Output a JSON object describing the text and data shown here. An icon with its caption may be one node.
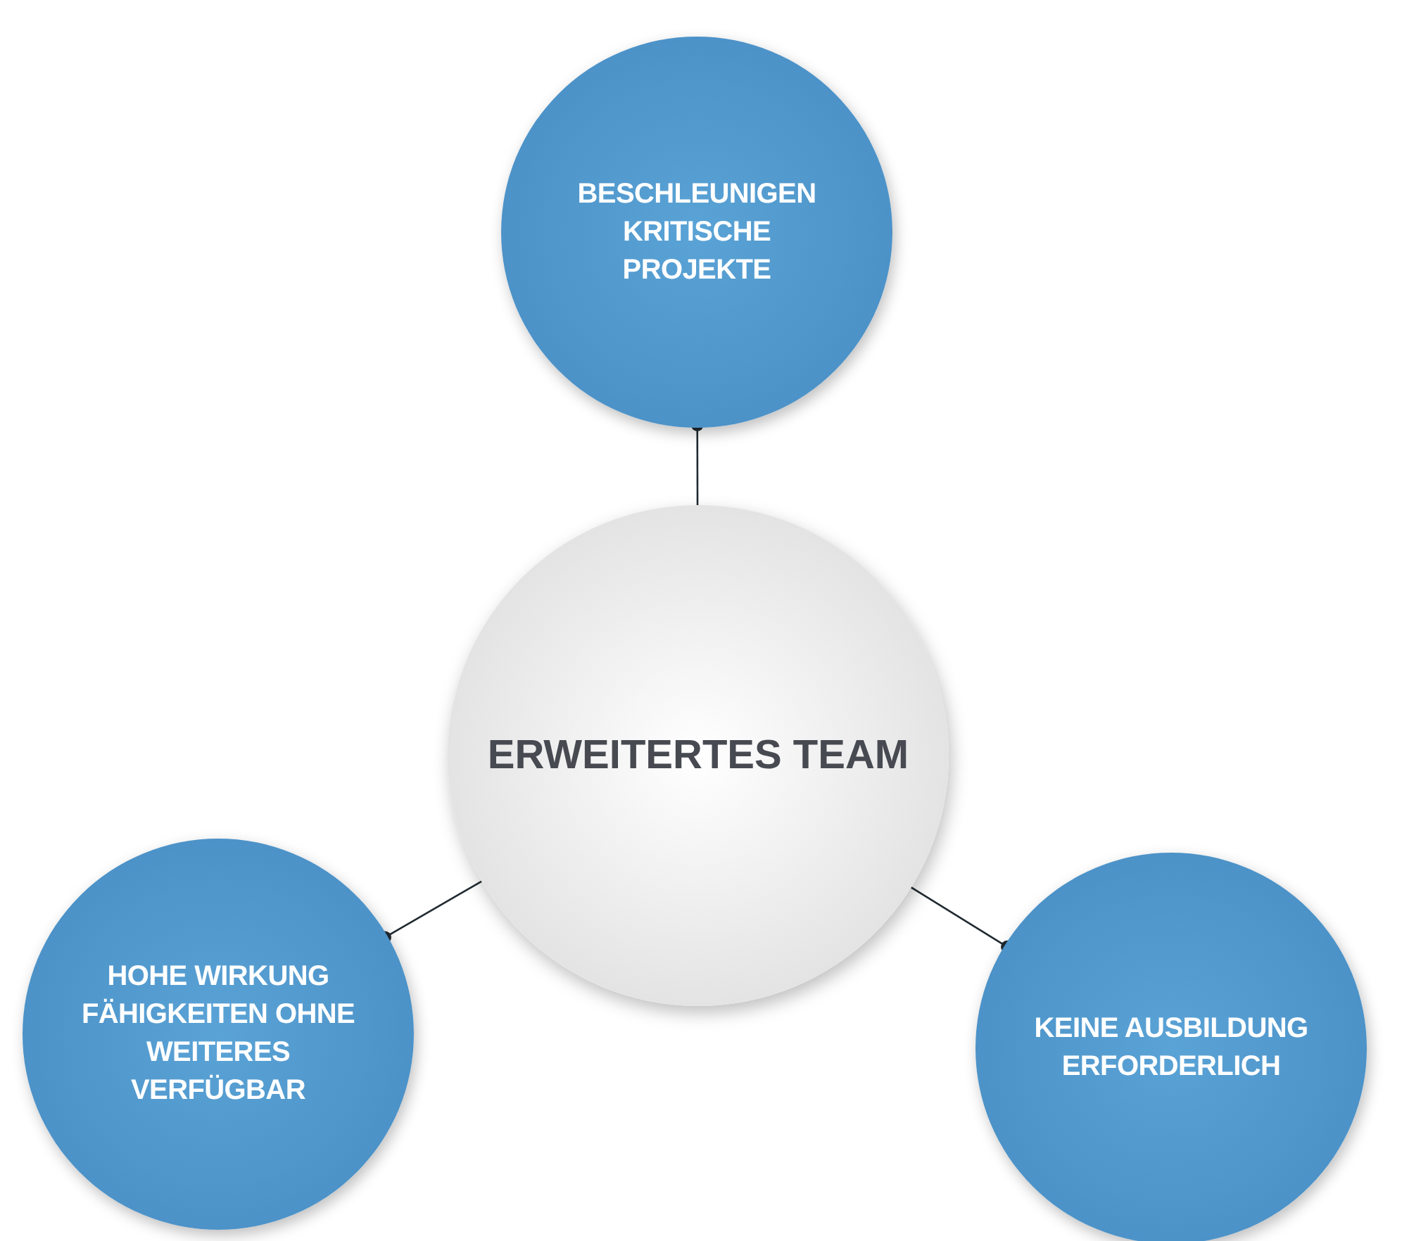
{
  "diagram": {
    "nodes": [
      {
        "text": [
          "BESCHLEUNIGEN KRITISCHE PROJEKTE"
        ]
      },
      {
        "text": [
          "ERWEITERTES TEAM"
        ]
      },
      {
        "text": [
          "HOHE WIRKUNG FÄHIGKEITEN OHNE WEITERES VERFÜGBAR"
        ]
      },
      {
        "text": [
          "KEINE AUSBILDUNG ERFORDERLICH"
        ]
      }
    ],
    "edges": [
      {
        "from": 1,
        "to": 0,
        "arrow": "other"
      },
      {
        "from": 1,
        "to": 2,
        "arrow": "other"
      },
      {
        "from": 1,
        "to": 3,
        "arrow": "other"
      }
    ]
  }
}
